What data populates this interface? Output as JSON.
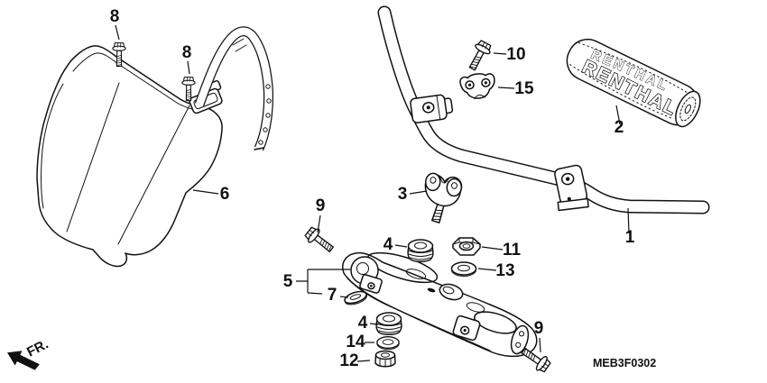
{
  "diagram": {
    "title_code": "MEB3F0302",
    "direction_indicator": "FR.",
    "grip_pad": {
      "brand_top": "RENTHAL",
      "brand_front": "RENTHAL"
    },
    "callouts": [
      {
        "ref": "8"
      },
      {
        "ref": "8"
      },
      {
        "ref": "6"
      },
      {
        "ref": "10"
      },
      {
        "ref": "15"
      },
      {
        "ref": "2"
      },
      {
        "ref": "1"
      },
      {
        "ref": "3"
      },
      {
        "ref": "9"
      },
      {
        "ref": "4"
      },
      {
        "ref": "11"
      },
      {
        "ref": "13"
      },
      {
        "ref": "5"
      },
      {
        "ref": "7"
      },
      {
        "ref": "4"
      },
      {
        "ref": "14"
      },
      {
        "ref": "12"
      },
      {
        "ref": "9"
      }
    ],
    "colors": {
      "line": "#111111",
      "background": "#ffffff"
    }
  }
}
